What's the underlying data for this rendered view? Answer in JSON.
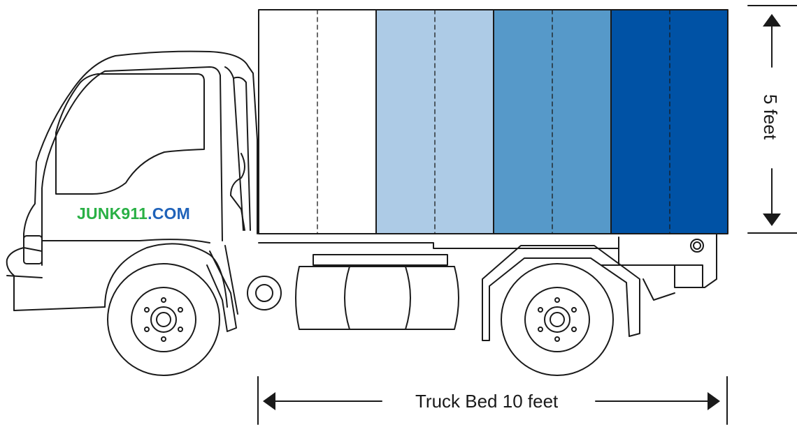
{
  "brand": {
    "name_part1": "JUNK911",
    "name_part2": ".COM"
  },
  "dimensions": {
    "length_label": "Truck Bed 10 feet",
    "height_label": "5 feet"
  },
  "colors": {
    "section_1": "#ffffff",
    "section_2": "#adcbe6",
    "section_3": "#5699c9",
    "section_4": "#0052a5",
    "brand_green": "#29b045",
    "brand_blue": "#1f62b9",
    "outline": "#1a1a1a"
  },
  "bed_sections": 4
}
